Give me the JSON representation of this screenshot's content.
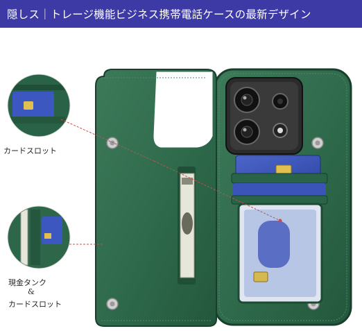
{
  "banner": {
    "text": "隠しス｜トレージ機能ビジネス携帯電話ケースの最新デザイン"
  },
  "callouts": {
    "card_slot": "カードスロット",
    "cash_line1": "現金タンク",
    "cash_line2": "&",
    "cash_line3": "カードスロット"
  },
  "colors": {
    "banner": "#3d3aa6",
    "leather": "#2f6b4c",
    "leather_dark": "#1f4f37",
    "pointer": "#c0504d"
  },
  "icons": [
    "camera-lens-icon",
    "flash-icon",
    "magnetic-snap-icon"
  ]
}
